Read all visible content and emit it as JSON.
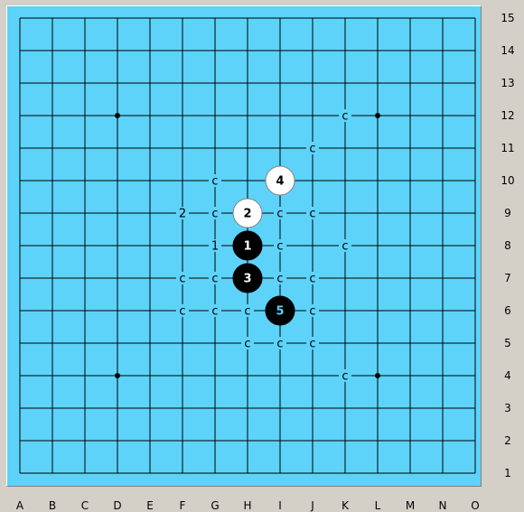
{
  "board": {
    "size": 15,
    "background": "#5dd3fa",
    "line_color": "#000000",
    "columns": [
      "A",
      "B",
      "C",
      "D",
      "E",
      "F",
      "G",
      "H",
      "I",
      "J",
      "K",
      "L",
      "M",
      "N",
      "O"
    ],
    "rows": [
      "15",
      "14",
      "13",
      "12",
      "11",
      "10",
      "9",
      "8",
      "7",
      "6",
      "5",
      "4",
      "3",
      "2",
      "1"
    ],
    "star_points": [
      "D12",
      "L12",
      "D4",
      "L4"
    ],
    "stones": [
      {
        "pos": "H8",
        "color": "black",
        "label": "1",
        "label_color": "#ffffff"
      },
      {
        "pos": "H9",
        "color": "white",
        "label": "2",
        "label_color": "#000000"
      },
      {
        "pos": "H7",
        "color": "black",
        "label": "3",
        "label_color": "#ffffff"
      },
      {
        "pos": "I10",
        "color": "white",
        "label": "4",
        "label_color": "#000000"
      },
      {
        "pos": "I6",
        "color": "black",
        "label": "5",
        "label_color": "#5dd3fa"
      }
    ],
    "marks": [
      {
        "pos": "K12",
        "text": "c"
      },
      {
        "pos": "J11",
        "text": "c"
      },
      {
        "pos": "G10",
        "text": "c"
      },
      {
        "pos": "F9",
        "text": "2"
      },
      {
        "pos": "G9",
        "text": "c"
      },
      {
        "pos": "I9",
        "text": "c"
      },
      {
        "pos": "J9",
        "text": "c"
      },
      {
        "pos": "G8",
        "text": "1"
      },
      {
        "pos": "I8",
        "text": "c"
      },
      {
        "pos": "K8",
        "text": "c"
      },
      {
        "pos": "F7",
        "text": "c"
      },
      {
        "pos": "G7",
        "text": "c"
      },
      {
        "pos": "I7",
        "text": "c"
      },
      {
        "pos": "J7",
        "text": "c"
      },
      {
        "pos": "F6",
        "text": "c"
      },
      {
        "pos": "G6",
        "text": "c"
      },
      {
        "pos": "H6",
        "text": "c"
      },
      {
        "pos": "J6",
        "text": "c"
      },
      {
        "pos": "H5",
        "text": "c"
      },
      {
        "pos": "I5",
        "text": "c"
      },
      {
        "pos": "J5",
        "text": "c"
      },
      {
        "pos": "K4",
        "text": "c"
      }
    ]
  }
}
